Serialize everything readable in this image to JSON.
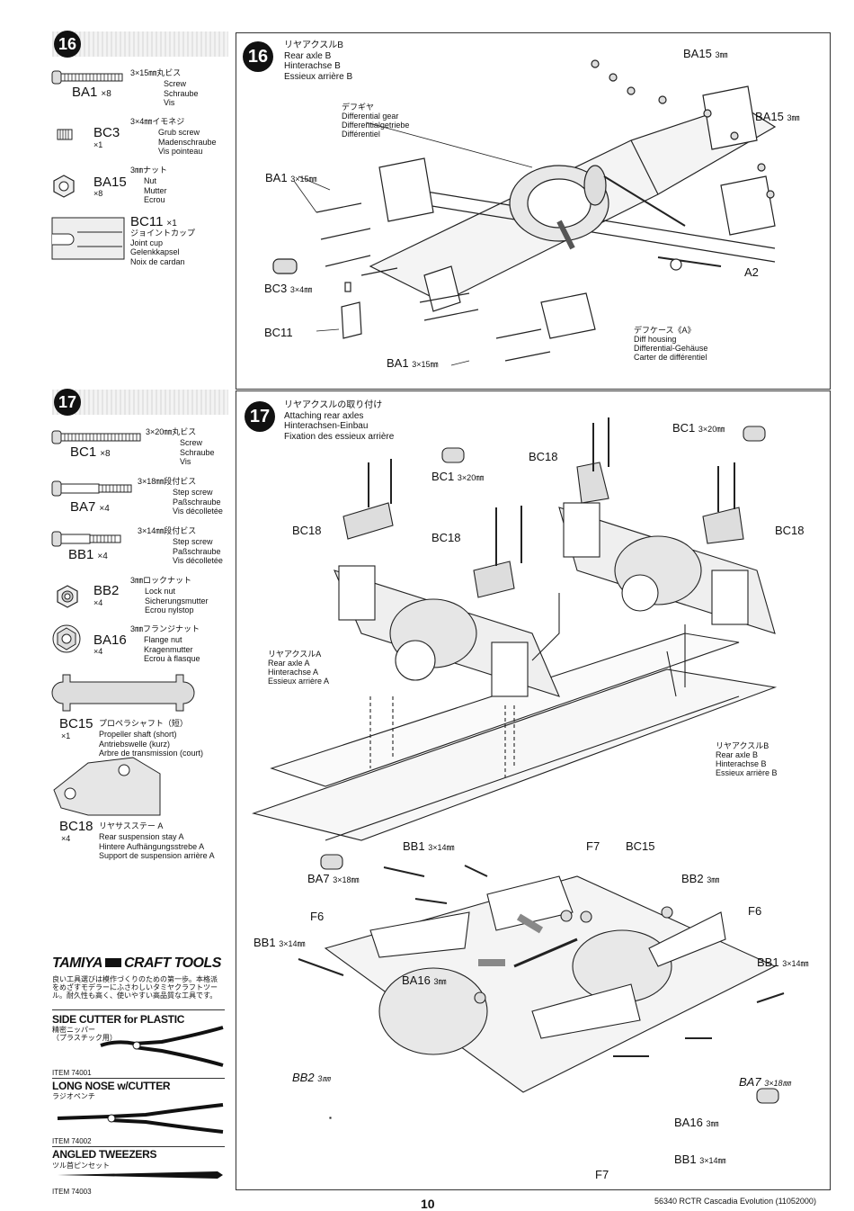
{
  "step16": {
    "number": "16",
    "parts": [
      {
        "code": "BA1",
        "qty": "×8",
        "size": "3×15㎜丸ビス",
        "lines": "Screw\nSchraube\nVis"
      },
      {
        "code": "BC3",
        "qty": "×1",
        "size": "3×4㎜イモネジ",
        "lines": "Grub screw\nMadenschraube\nVis pointeau"
      },
      {
        "code": "BA15",
        "qty": "×8",
        "size": "3㎜ナット",
        "lines": "Nut\nMutter\nEcrou"
      },
      {
        "code": "BC11",
        "qty": "×1",
        "size": "",
        "lines": "ジョイントカップ\nJoint cup\nGelenkkapsel\nNoix de cardan"
      }
    ],
    "title": "リヤアクスルB\nRear axle B\nHinterachse B\nEssieux arrière B",
    "labels": {
      "diff_gear": "デフギヤ\nDifferential gear\nDifferentialgetriebe\nDifférentiel",
      "ba1": "BA1",
      "ba1_size": "3×15㎜",
      "ba15a": "BA15",
      "ba15a_size": "3㎜",
      "ba15b": "BA15",
      "ba15b_size": "3㎜",
      "a2": "A2",
      "bc3": "BC3",
      "bc3_size": "3×4㎜",
      "bc11": "BC11",
      "diff_housing": "デフケース《A》\nDiff housing\nDifferential-Gehäuse\nCarter de différentiel",
      "ba1_bottom": "BA1",
      "ba1_bottom_size": "3×15㎜"
    }
  },
  "step17": {
    "number": "17",
    "parts": [
      {
        "code": "BC1",
        "qty": "×8",
        "size": "3×20㎜丸ビス",
        "lines": "Screw\nSchraube\nVis"
      },
      {
        "code": "BA7",
        "qty": "×4",
        "size": "3×18㎜段付ビス",
        "lines": "Step screw\nPaßschraube\nVis décolletée"
      },
      {
        "code": "BB1",
        "qty": "×4",
        "size": "3×14㎜段付ビス",
        "lines": "Step screw\nPaßschraube\nVis décolletée"
      },
      {
        "code": "BB2",
        "qty": "×4",
        "size": "3㎜ロックナット",
        "lines": "Lock nut\nSicherungsmutter\nEcrou nylstop"
      },
      {
        "code": "BA16",
        "qty": "×4",
        "size": "3㎜フランジナット",
        "lines": "Flange nut\nKragenmutter\nEcrou à flasque"
      },
      {
        "code": "BC15",
        "qty": "×1",
        "size": "プロペラシャフト（短）",
        "lines": "Propeller shaft (short)\nAntriebswelle (kurz)\nArbre de transmission (court)"
      },
      {
        "code": "BC18",
        "qty": "×4",
        "size": "リヤサスステー A",
        "lines": "Rear suspension stay A\nHintere Aufhängungsstrebe A\nSupport de suspension arrière A"
      }
    ],
    "title": "リヤアクスルの取り付け\nAttaching rear axles\nHinterachsen-Einbau\nFixation des essieux arrière",
    "labels": {
      "bc1a": "BC1",
      "bc1a_size": "3×20㎜",
      "bc1b": "BC1",
      "bc1b_size": "3×20㎜",
      "bc18a": "BC18",
      "bc18b": "BC18",
      "bc18c": "BC18",
      "bc18d": "BC18",
      "rear_axle_a": "リヤアクスルA\nRear axle A\nHinterachse A\nEssieux arrière A",
      "rear_axle_b": "リヤアクスルB\nRear axle B\nHinterachse B\nEssieux arrière B",
      "bb1a": "BB1",
      "bb1a_size": "3×14㎜",
      "f7a": "F7",
      "bc15": "BC15",
      "ba7a": "BA7",
      "ba7a_size": "3×18㎜",
      "bb2a": "BB2",
      "bb2a_size": "3㎜",
      "f6a": "F6",
      "f6b": "F6",
      "bb1b": "BB1",
      "bb1b_size": "3×14㎜",
      "bb1c": "BB1",
      "bb1c_size": "3×14㎜",
      "ba16a": "BA16",
      "ba16a_size": "3㎜",
      "bb2b": "BB2",
      "bb2b_size": "3㎜",
      "ba7b": "BA7",
      "ba7b_size": "3×18㎜",
      "ba16b": "BA16",
      "ba16b_size": "3㎜",
      "bb1d": "BB1",
      "bb1d_size": "3×14㎜",
      "f7b": "F7"
    }
  },
  "tools": {
    "brand": "TAMIYA",
    "title": "CRAFT TOOLS",
    "intro": "良い工具選びは模作づくりのための第一歩。本格派\nをめざすモデラーにふさわしいタミヤクラフトツー\nル。耐久性も高く、使いやすい高品質な工具です。",
    "items": [
      {
        "name": "SIDE CUTTER for PLASTIC",
        "ja": "精密ニッパー\n（プラスチック用）",
        "item": "ITEM 74001"
      },
      {
        "name": "LONG NOSE w/CUTTER",
        "ja": "ラジオペンチ",
        "item": "ITEM 74002"
      },
      {
        "name": "ANGLED TWEEZERS",
        "ja": "ツル首ピンセット",
        "item": "ITEM 74003"
      }
    ]
  },
  "footer": {
    "page": "10",
    "doc": "56340 RCTR Cascadia Evolution (11052000)"
  }
}
